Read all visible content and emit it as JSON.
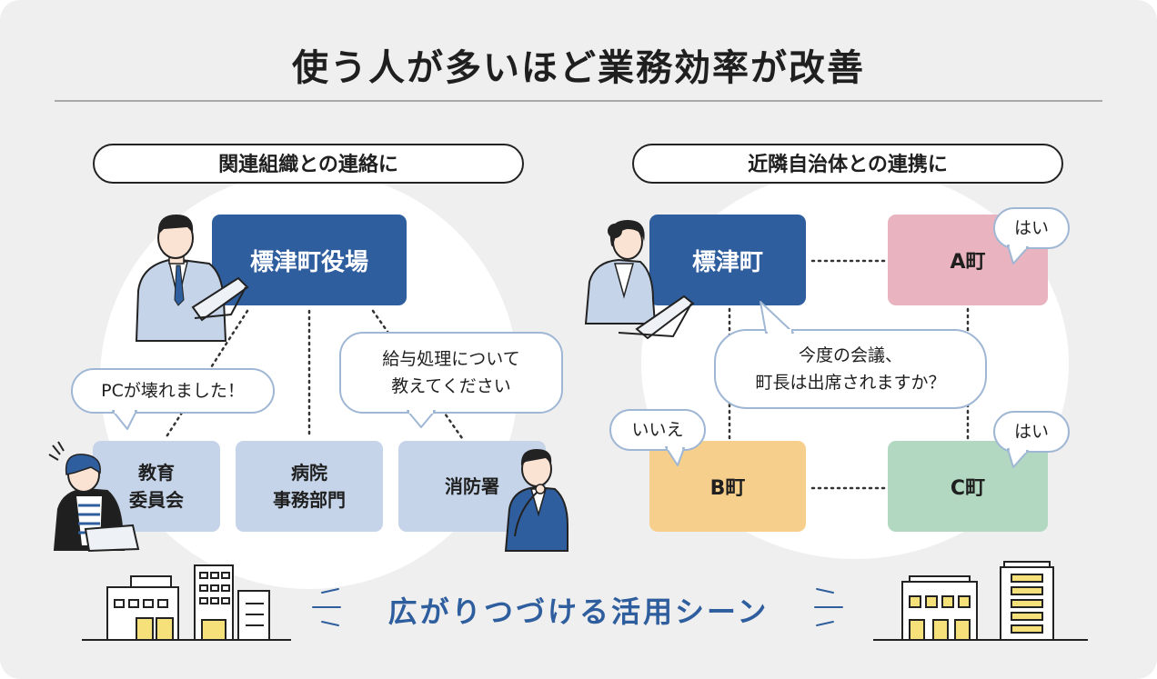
{
  "title": "使う人が多いほど業務効率が改善",
  "left": {
    "header": "関連組織との連絡に",
    "main_node": "標津町役場",
    "nodes": [
      {
        "line1": "教育",
        "line2": "委員会"
      },
      {
        "line1": "病院",
        "line2": "事務部門"
      },
      {
        "line1": "消防署",
        "line2": ""
      }
    ],
    "bubble_pc": "PCが壊れました！",
    "bubble_salary": {
      "line1": "給与処理について",
      "line2": "教えてください"
    }
  },
  "right": {
    "header": "近隣自治体との連携に",
    "main_node": "標津町",
    "town_a": "A町",
    "town_b": "B町",
    "town_c": "C町",
    "bubble_meeting": {
      "line1": "今度の会議、",
      "line2": "町長は出席されますか？"
    },
    "bubble_yes_a": "はい",
    "bubble_no_b": "いいえ",
    "bubble_yes_c": "はい"
  },
  "footer": "広がりつづける活用シーン",
  "colors": {
    "navy": "#2f5e9e",
    "light_blue": "#c5d4e8",
    "town_a": "#e9b4c0",
    "town_b": "#f6cf8c",
    "town_c": "#b2d8c1",
    "bubble_border": "#9fb7d4",
    "building_window": "#f5e07a"
  }
}
